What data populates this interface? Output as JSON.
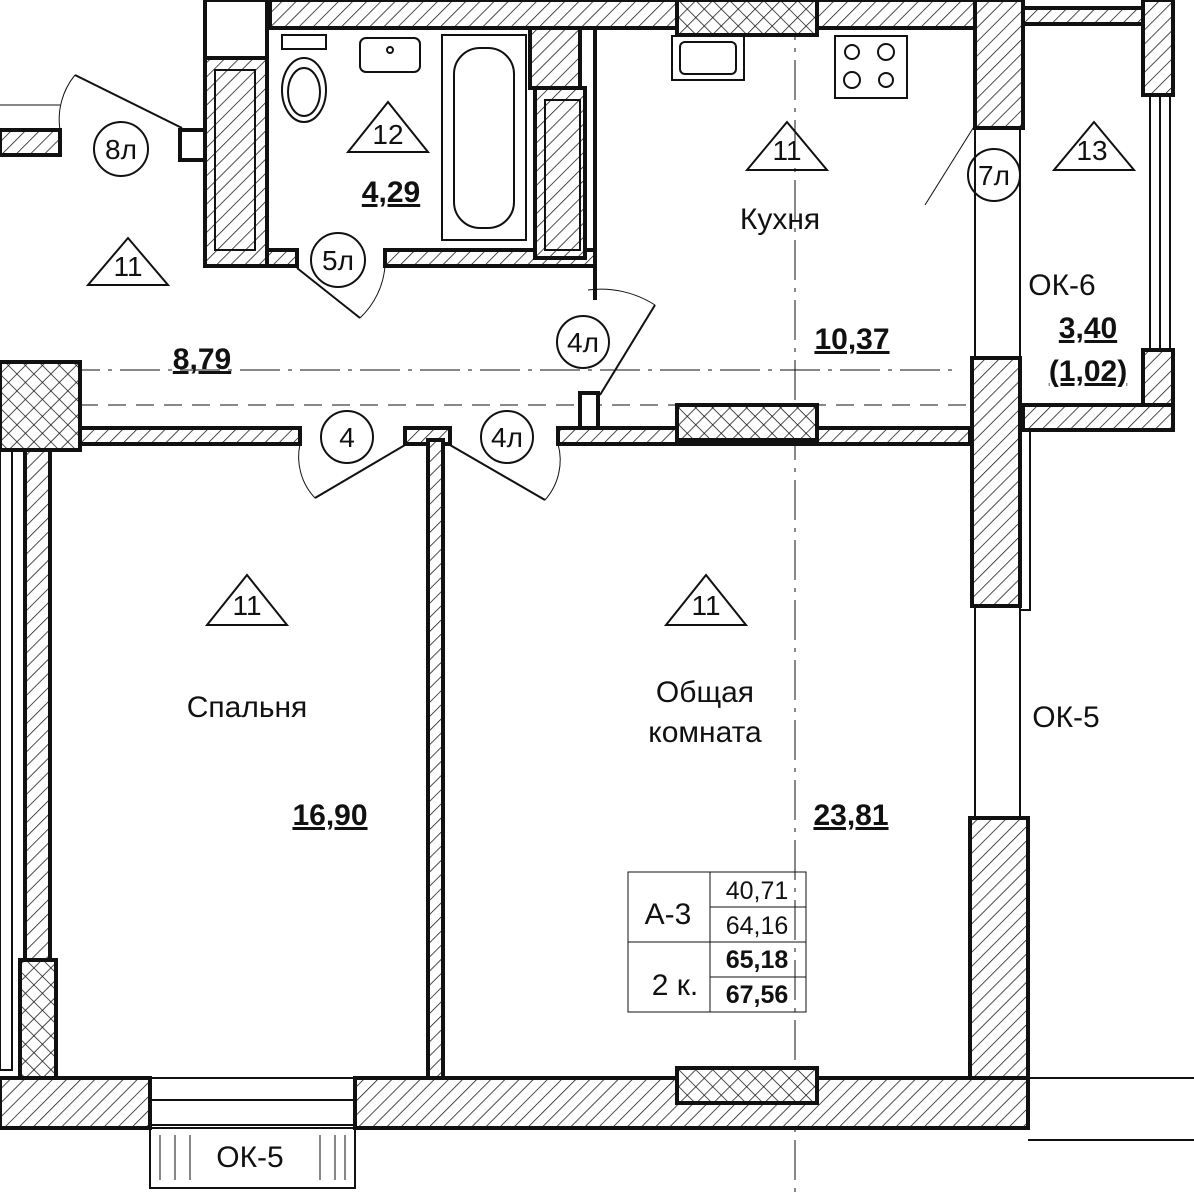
{
  "rooms": {
    "hall": {
      "marker": "11",
      "area": "8,79"
    },
    "bath": {
      "marker": "12",
      "area": "4,29"
    },
    "kitchen": {
      "marker": "11",
      "name": "Кухня",
      "area": "10,37"
    },
    "loggia": {
      "marker": "13",
      "window": "ОК-6",
      "area": "3,40",
      "area_coef": "(1,02)"
    },
    "bedroom": {
      "marker": "11",
      "name": "Спальня",
      "area": "16,90"
    },
    "living": {
      "marker": "11",
      "name_line1": "Общая",
      "name_line2": "комната",
      "area": "23,81"
    }
  },
  "doors": {
    "d8": "8л",
    "d5": "5л",
    "d7": "7л",
    "d4l_top": "4л",
    "d4": "4",
    "d4l": "4л"
  },
  "windows": {
    "right": "ОК-5",
    "bottom": "ОК-5"
  },
  "stamp": {
    "code": "А-3",
    "rooms": "2 к.",
    "living_area": "40,71",
    "total_area": "64,16",
    "total_area_b": "65,18",
    "total_area_c": "67,56"
  },
  "colors": {
    "line": "#111111",
    "background": "#ffffff"
  }
}
